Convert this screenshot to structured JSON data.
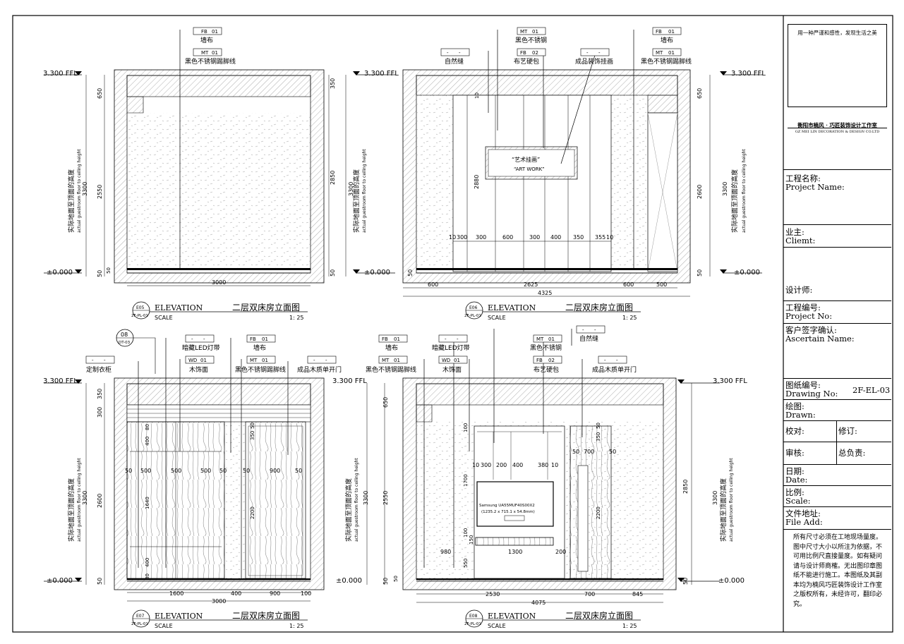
{
  "views": [
    {
      "id": "E05",
      "sheet_ref": "2F-PL-01",
      "title_en": "ELEVATION",
      "title_cn": "二层双床房立面图",
      "scale_label": "SCALE",
      "scale": "1: 25",
      "level_top": "3.300 FFL",
      "level_bottom": "±0.000",
      "height_note_cn": "实际地面至顶面的高度",
      "height_note_en": "actual guestroom floor to ceiling height",
      "height_total": "3300",
      "dims_left": [
        "650",
        "2550",
        "50",
        "50"
      ],
      "dims_right": [
        "350",
        "2850",
        "50"
      ],
      "dims_bottom": [
        "3000"
      ],
      "callouts": [
        {
          "code": "FB",
          "num": "01",
          "label": "墙布"
        },
        {
          "code": "MT",
          "num": "01",
          "label": "黑色不锈钢踢脚线"
        }
      ]
    },
    {
      "id": "E06",
      "sheet_ref": "2F-PL-01",
      "title_en": "ELEVATION",
      "title_cn": "二层双床房立面图",
      "scale_label": "SCALE",
      "scale": "1: 25",
      "level_top": "3.300 FFL",
      "level_bottom": "±0.000",
      "height_note_cn": "实际地面至顶面的高度",
      "height_note_en": "actual guestroom floor to ceiling height",
      "height_total": "3300",
      "dims_left": [
        "50"
      ],
      "dims_right": [
        "650",
        "2600",
        "50"
      ],
      "dims_inner": [
        "10",
        "2880"
      ],
      "panel_dims": [
        "10",
        "300",
        "300",
        "600",
        "300",
        "400",
        "350",
        "355",
        "10"
      ],
      "dims_bottom": [
        "600",
        "2625",
        "600",
        "500"
      ],
      "dims_total": "4325",
      "art_cn": "“艺术挂画”",
      "art_en": "“ART WORK”",
      "callouts": [
        {
          "code": "MT",
          "num": "01",
          "label": "黑色不锈钢"
        },
        {
          "code": "FB",
          "num": "01",
          "label": "墙布"
        },
        {
          "code": "-",
          "num": "-",
          "label": "自然缝"
        },
        {
          "code": "FB",
          "num": "02",
          "label": "布艺硬包"
        },
        {
          "code": "-",
          "num": "-",
          "label": "成品装饰挂画"
        },
        {
          "code": "MT",
          "num": "01",
          "label": "黑色不锈钢踢脚线"
        }
      ]
    },
    {
      "id": "E07",
      "sheet_ref": "2F-PL-01",
      "title_en": "ELEVATION",
      "title_cn": "二层双床房立面图",
      "scale_label": "SCALE",
      "scale": "1: 25",
      "level_top": "3.300 FFL",
      "level_bottom": "±0.000",
      "height_note_cn": "实际地面至顶面的高度",
      "height_note_en": "actual guestroom floor to ceiling height",
      "height_total": "3300",
      "dims_left": [
        "350",
        "300",
        "2600",
        "50"
      ],
      "wardrobe_dims": [
        "50",
        "500",
        "500",
        "500",
        "50"
      ],
      "wardrobe_v": [
        "80",
        "400",
        "1640",
        "400",
        "80"
      ],
      "door_dims": [
        "50",
        "900",
        "50"
      ],
      "door_v": [
        "350",
        "50",
        "2200"
      ],
      "dims_bottom": [
        "1600",
        "400",
        "900",
        "100"
      ],
      "dims_total": "3000",
      "detail_num": "08",
      "detail_ref": "DT-03",
      "callouts": [
        {
          "code": "-",
          "num": "-",
          "label": "定制衣柜"
        },
        {
          "code": "-",
          "num": "-",
          "label": "暗藏LED灯带"
        },
        {
          "code": "FB",
          "num": "01",
          "label": "墙布"
        },
        {
          "code": "WD",
          "num": "01",
          "label": "木饰面"
        },
        {
          "code": "MT",
          "num": "01",
          "label": "黑色不锈钢踢脚线"
        },
        {
          "code": "-",
          "num": "-",
          "label": "成品木质单开门"
        }
      ]
    },
    {
      "id": "E08",
      "sheet_ref": "2F-PL-01",
      "title_en": "ELEVATION",
      "title_cn": "二层双床房立面图",
      "scale_label": "SCALE",
      "scale": "1: 25",
      "level_top": "3.300 FFL",
      "level_bottom": "±0.000",
      "height_note_cn": "实际地面至顶面的高度",
      "height_note_en": "actual guestroom floor to ceiling height",
      "height_total": "3300",
      "dims_left": [
        "650",
        "2550",
        "50",
        "50"
      ],
      "dims_right": [
        "2850",
        "50"
      ],
      "tv_dims": [
        "10",
        "300",
        "200",
        "400",
        "380",
        "10"
      ],
      "tv_v": [
        "100",
        "1700",
        "100",
        "150",
        "550"
      ],
      "shelf_dims": [
        "980",
        "1300",
        "200"
      ],
      "door_dims": [
        "50",
        "700",
        "50"
      ],
      "door_v": [
        "350",
        "50",
        "2200"
      ],
      "dims_bottom": [
        "2530",
        "700",
        "845"
      ],
      "dims_total": "4075",
      "tv_model": "Samsung UA55MUF40S00X2",
      "tv_size": "(1235.2 x 715.1 x 54.8mm)",
      "callouts": [
        {
          "code": "-",
          "num": "-",
          "label": "自然缝"
        },
        {
          "code": "FB",
          "num": "01",
          "label": "墙布"
        },
        {
          "code": "-",
          "num": "-",
          "label": "暗藏LED灯带"
        },
        {
          "code": "MT",
          "num": "01",
          "label": "黑色不锈钢"
        },
        {
          "code": "WD",
          "num": "01",
          "label": "木饰面"
        },
        {
          "code": "MT",
          "num": "01",
          "label": "黑色不锈钢踢脚线"
        },
        {
          "code": "FB",
          "num": "02",
          "label": "布艺硬包"
        },
        {
          "code": "-",
          "num": "-",
          "label": "成品木质单开门"
        }
      ]
    }
  ],
  "title_block": {
    "slogan": "用一种严谨和感性，发现生活之美",
    "company_cn": "衡阳市楠风 · 巧匠装饰设计工作室",
    "company_en": "GZ MEI LIN DECORATION & DESIGN CO.LTD",
    "project_cn": "工程名称:",
    "project_en": "Project Name:",
    "client_cn": "业主:",
    "client_en": "Cliemt:",
    "designer_cn": "设计师:",
    "project_no_cn": "工程编号:",
    "project_no_en": "Project No:",
    "confirm_cn": "客户签字确认:",
    "confirm_en": "Ascertain Name:",
    "drawing_no_cn": "图纸编号:",
    "drawing_no_en": "Drawing No:",
    "drawing_no": "2F-EL-03",
    "drawn_cn": "绘图:",
    "drawn_en": "Drawn:",
    "check_cn": "校对:",
    "revise_cn": "修订:",
    "approve_cn": "审核:",
    "chief_cn": "总负责:",
    "date_cn": "日期:",
    "date_en": "Date:",
    "scale_cn": "比例:",
    "scale_en": "Scale:",
    "file_cn": "文件地址:",
    "file_en": "File Add:",
    "notes": "所有尺寸必须在工地现场量度。图中尺寸大小以所注为依据，不可用比例尺直接量度。如有疑问请与设计师商榷。无出图印章图纸不能进行施工。本图纸及其副本均为楠风巧匠装饰设计工作室之版权所有，未经许可，翻印必究。"
  }
}
